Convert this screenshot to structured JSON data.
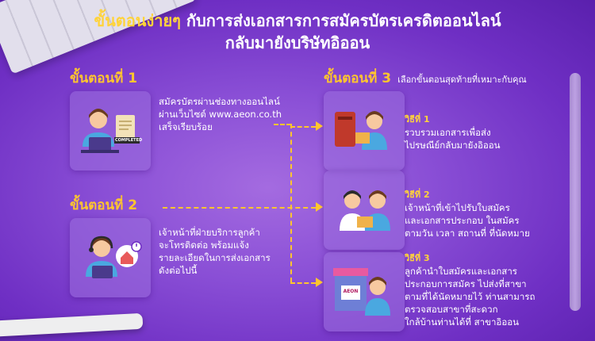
{
  "headline": {
    "part1": "ขั้นตอนง่ายๆ",
    "part2": "กับการส่งเอกสารการสมัครบัตรเครดิตออนไลน์",
    "line2": "กลับมายังบริษัทอิออน"
  },
  "step1": {
    "title": "ขั้นตอนที่ 1",
    "desc": [
      "สมัครบัตรผ่านช่องทางออนไลน์",
      "ผ่านเว็บไซต์ www.aeon.co.th",
      "เสร็จเรียบร้อย"
    ],
    "badge": "COMPLETED"
  },
  "step2": {
    "title": "ขั้นตอนที่ 2",
    "desc": [
      "เจ้าหน้าที่ฝ่ายบริการลูกค้า",
      "จะโทรติดต่อ พร้อมแจ้ง",
      "รายละเอียดในการส่งเอกสาร",
      "ดังต่อไปนี้"
    ]
  },
  "step3": {
    "title": "ขั้นตอนที่ 3",
    "subtitle": "เลือกขั้นตอนสุดท้ายที่เหมาะกับคุณ",
    "methods": [
      {
        "label": "วิธีที่ 1",
        "lines": [
          "รวบรวมเอกสารเพื่อส่ง",
          "ไปรษณีย์กลับมายังอิออน"
        ]
      },
      {
        "label": "วิธีที่ 2",
        "lines": [
          "เจ้าหน้าที่เข้าไปรับใบสมัคร",
          "และเอกสารประกอบ ในสมัคร",
          "ตามวัน เวลา สถานที่ ที่นัดหมาย"
        ]
      },
      {
        "label": "วิธีที่ 3",
        "lines": [
          "ลูกค้านำใบสมัครและเอกสาร",
          "ประกอบการสมัคร ไปส่งที่สาขา",
          "ตามที่ได้นัดหมายไว้ ท่านสามารถ",
          "ตรวจสอบสาขาที่สะดวก",
          "ใกล้บ้านท่านได้ที่ สาขาอิออน"
        ]
      }
    ],
    "store_sign": "AEON"
  },
  "colors": {
    "accent": "#ffc52e",
    "card": "#9b6edc",
    "bg": "#7d3fd0"
  }
}
